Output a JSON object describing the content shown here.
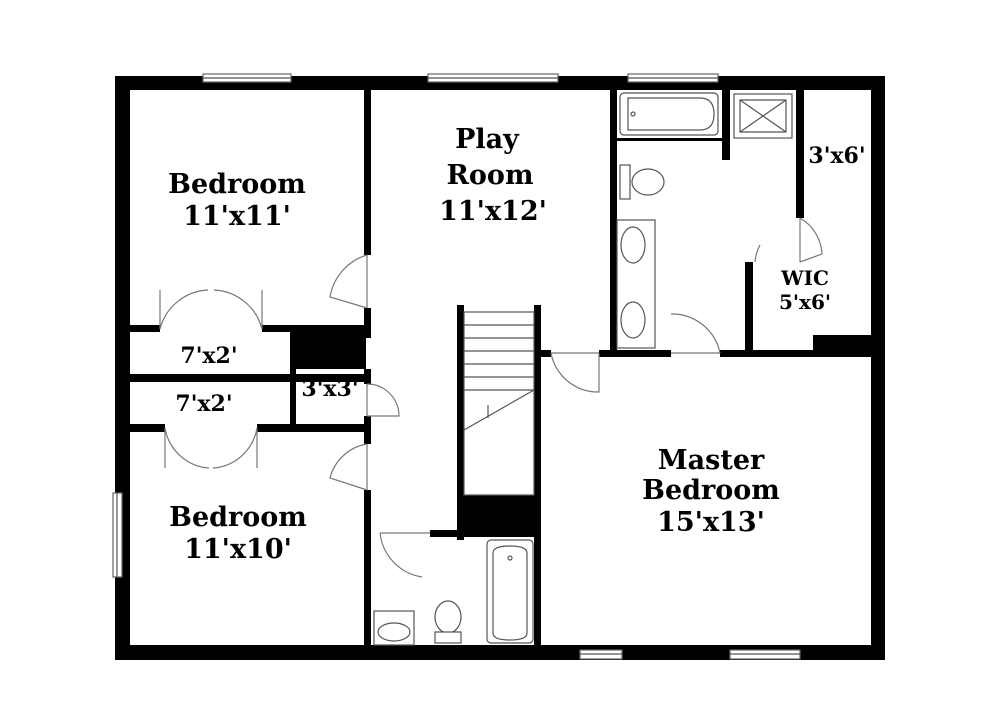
{
  "rooms": {
    "bedroom_top": {
      "name": "Bedroom",
      "size": "11'x11'"
    },
    "play_room": {
      "name_line1": "Play",
      "name_line2": "Room",
      "size": "11'x12'"
    },
    "closet_a": {
      "size": "3'x6'"
    },
    "wic": {
      "name": "WIC",
      "size": "5'x6'"
    },
    "closet_b": {
      "size": "7'x2'"
    },
    "closet_c": {
      "size": "7'x2'"
    },
    "closet_d": {
      "size": "3'x3'"
    },
    "bedroom_bottom": {
      "name": "Bedroom",
      "size": "11'x10'"
    },
    "master": {
      "name_line1": "Master",
      "name_line2": "Bedroom",
      "size": "15'x13'"
    }
  },
  "colors": {
    "wall": "#000000",
    "background": "#ffffff",
    "fixture_line": "#555555"
  }
}
